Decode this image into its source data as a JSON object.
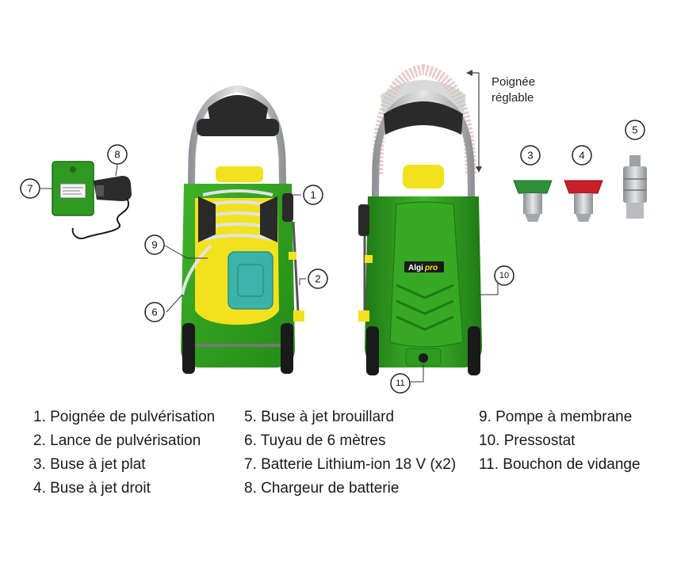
{
  "callouts": {
    "c1": "1",
    "c2": "2",
    "c3": "3",
    "c4": "4",
    "c5": "5",
    "c6": "6",
    "c7": "7",
    "c8": "8",
    "c9": "9",
    "c10": "10",
    "c11": "11"
  },
  "handle_note": {
    "line1": "Poignée",
    "line2": "réglable"
  },
  "brand": {
    "name": "Algi",
    "suffix": "pro"
  },
  "legend": {
    "col1": [
      "1. Poignée de pulvérisation",
      "2. Lance de pulvérisation",
      "3. Buse à jet plat",
      "4. Buse à jet droit"
    ],
    "col2": [
      "5. Buse à jet brouillard",
      "6. Tuyau de 6 mètres",
      "7. Batterie Lithium-ion 18 V (x2)",
      "8. Chargeur de batterie"
    ],
    "col3": [
      "9. Pompe à membrane",
      "10. Pressostat",
      "11. Bouchon de vidange"
    ]
  },
  "colors": {
    "green": "#2d9e1f",
    "dark_green": "#1f7a14",
    "yellow": "#f2e21e",
    "teal": "#3bb3a8",
    "black": "#222222",
    "silver": "#b9bcc0",
    "nozzle_green": "#2f8f3a",
    "nozzle_red": "#c8202a"
  }
}
